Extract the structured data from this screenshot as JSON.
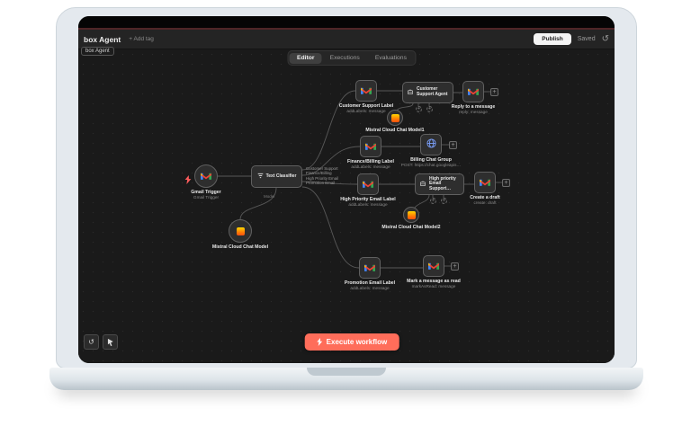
{
  "window": {
    "title": "box Agent",
    "add_tag": "+ Add tag",
    "tag_pill": "box Agent",
    "publish_label": "Publish",
    "saved_label": "Saved"
  },
  "tabs": {
    "editor": "Editor",
    "executions": "Executions",
    "evaluations": "Evaluations"
  },
  "toolbar": {
    "execute_label": "Execute workflow"
  },
  "colors": {
    "accent": "#ff6d5a",
    "top_line": "#4e2527",
    "canvas_bg": "#1a1a1a"
  },
  "canvas": {
    "edge_label_model": "Model",
    "classifier_outputs": [
      "Customer Support",
      "Finance/Billing",
      "High Priority Email",
      "Promotion Email"
    ],
    "nodes": {
      "gmail_trigger": {
        "name": "Gmail Trigger",
        "subtitle": "Gmail Trigger"
      },
      "text_classifier": {
        "name": "Text Classifier"
      },
      "customer_support_label": {
        "name": "Customer Support Label",
        "subtitle": "addLabels: message"
      },
      "customer_support_agent": {
        "name": "Customer Support Agent"
      },
      "reply_message": {
        "name": "Reply to a message",
        "subtitle": "reply: message"
      },
      "mistral_model1": {
        "name": "Mistral Cloud Chat Model1"
      },
      "finance_billing_label": {
        "name": "Finance/Billing Label",
        "subtitle": "addLabels: message"
      },
      "billing_chat_group": {
        "name": "Billing Chat Group",
        "subtitle": "POST: https://chat.googleapis…"
      },
      "high_priority_label": {
        "name": "High Priority Email Label",
        "subtitle": "addLabels: message"
      },
      "high_priority_agent": {
        "name": "High priority Email Support…"
      },
      "create_draft": {
        "name": "Create a draft",
        "subtitle": "create: draft"
      },
      "mistral_model2": {
        "name": "Mistral Cloud Chat Model2"
      },
      "mistral_model": {
        "name": "Mistral Cloud Chat Model"
      },
      "promotion_label": {
        "name": "Promotion Email Label",
        "subtitle": "addLabels: message"
      },
      "mark_as_read": {
        "name": "Mark a message as read",
        "subtitle": "markAsRead: message"
      }
    }
  }
}
